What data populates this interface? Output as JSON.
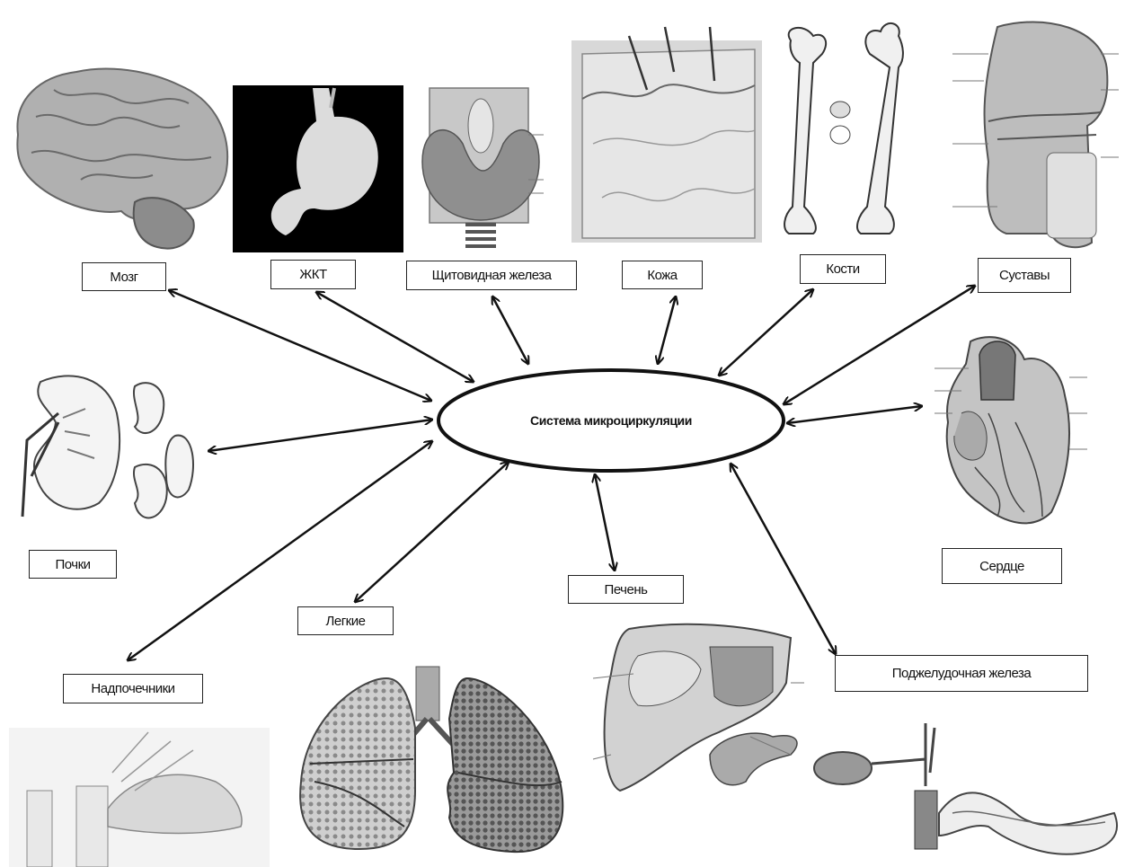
{
  "center": {
    "label": "Система микроциркуляции"
  },
  "organs": {
    "brain": "Мозг",
    "git": "ЖКТ",
    "thyroid": "Щитовидная железа",
    "skin": "Кожа",
    "bones": "Кости",
    "joints": "Суставы",
    "kidneys": "Почки",
    "heart": "Сердце",
    "liver": "Печень",
    "lungs": "Легкие",
    "adrenals": "Надпочечники",
    "pancreas": "Поджелудочная железа"
  },
  "colors": {
    "line": "#111111",
    "box_border": "#222222",
    "illustration": "#888888"
  }
}
